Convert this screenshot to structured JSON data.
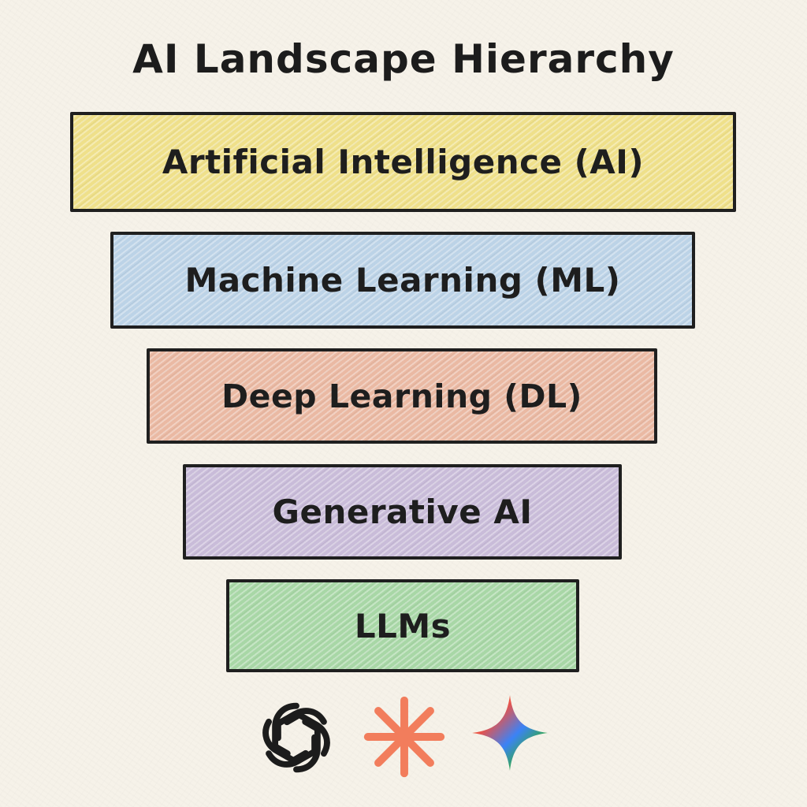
{
  "title": "AI Landscape Hierarchy",
  "layers": [
    {
      "label": "Artificial Intelligence (AI)",
      "color": "#efe08a"
    },
    {
      "label": "Machine Learning (ML)",
      "color": "#bcd3e7"
    },
    {
      "label": "Deep Learning (DL)",
      "color": "#eab9a3"
    },
    {
      "label": "Generative AI",
      "color": "#c9bcd9"
    },
    {
      "label": "LLMs",
      "color": "#a8d7a6"
    }
  ],
  "logos": [
    {
      "icon": "openai-logo-icon",
      "color": "#1c1c1c"
    },
    {
      "icon": "claude-asterisk-icon",
      "color": "#f27d5c"
    },
    {
      "icon": "gemini-sparkle-icon",
      "colors": [
        "#f2b63a",
        "#e9534a",
        "#3b82f6",
        "#34a853",
        "#8b5cf6"
      ]
    }
  ]
}
